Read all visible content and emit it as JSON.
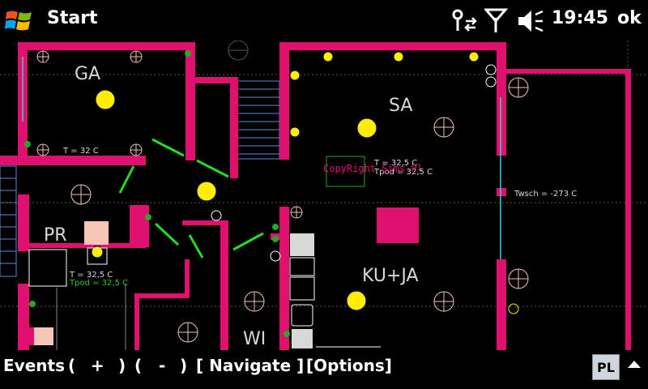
{
  "titlebar": {
    "title": "Start",
    "time": "19:45",
    "ok_label": "ok",
    "icons": [
      "windows-start-icon",
      "connectivity-icon",
      "signal-icon",
      "speaker-icon"
    ]
  },
  "plan": {
    "rooms": [
      "GA",
      "SA",
      "PR",
      "KU+JA",
      "WI"
    ],
    "readouts": {
      "ga_temp": "T = 32 C",
      "sa_temp": "T = 32,5 C",
      "sa_tpod": "Tpod = 32,5 C",
      "pr_temp": "T = 32,5 C",
      "pr_tpod": "Tpod = 32,5 C",
      "twsch": "Twsch = -273 C"
    },
    "copyright": "CopyRight Sims.Pl",
    "colors": {
      "wall": "#e0106e",
      "lamp": "#ffee00",
      "door": "#22dd22",
      "outline": "#f5c5b5",
      "stairs": "#5c8ad6"
    }
  },
  "menubar": {
    "events": "Events",
    "plus_open": "(",
    "plus": "+",
    "plus_close": ")",
    "minus_open": "(",
    "minus": "-",
    "minus_close": ")",
    "navigate": "[ Navigate ]",
    "options": "[Options]",
    "lang": "PL"
  }
}
